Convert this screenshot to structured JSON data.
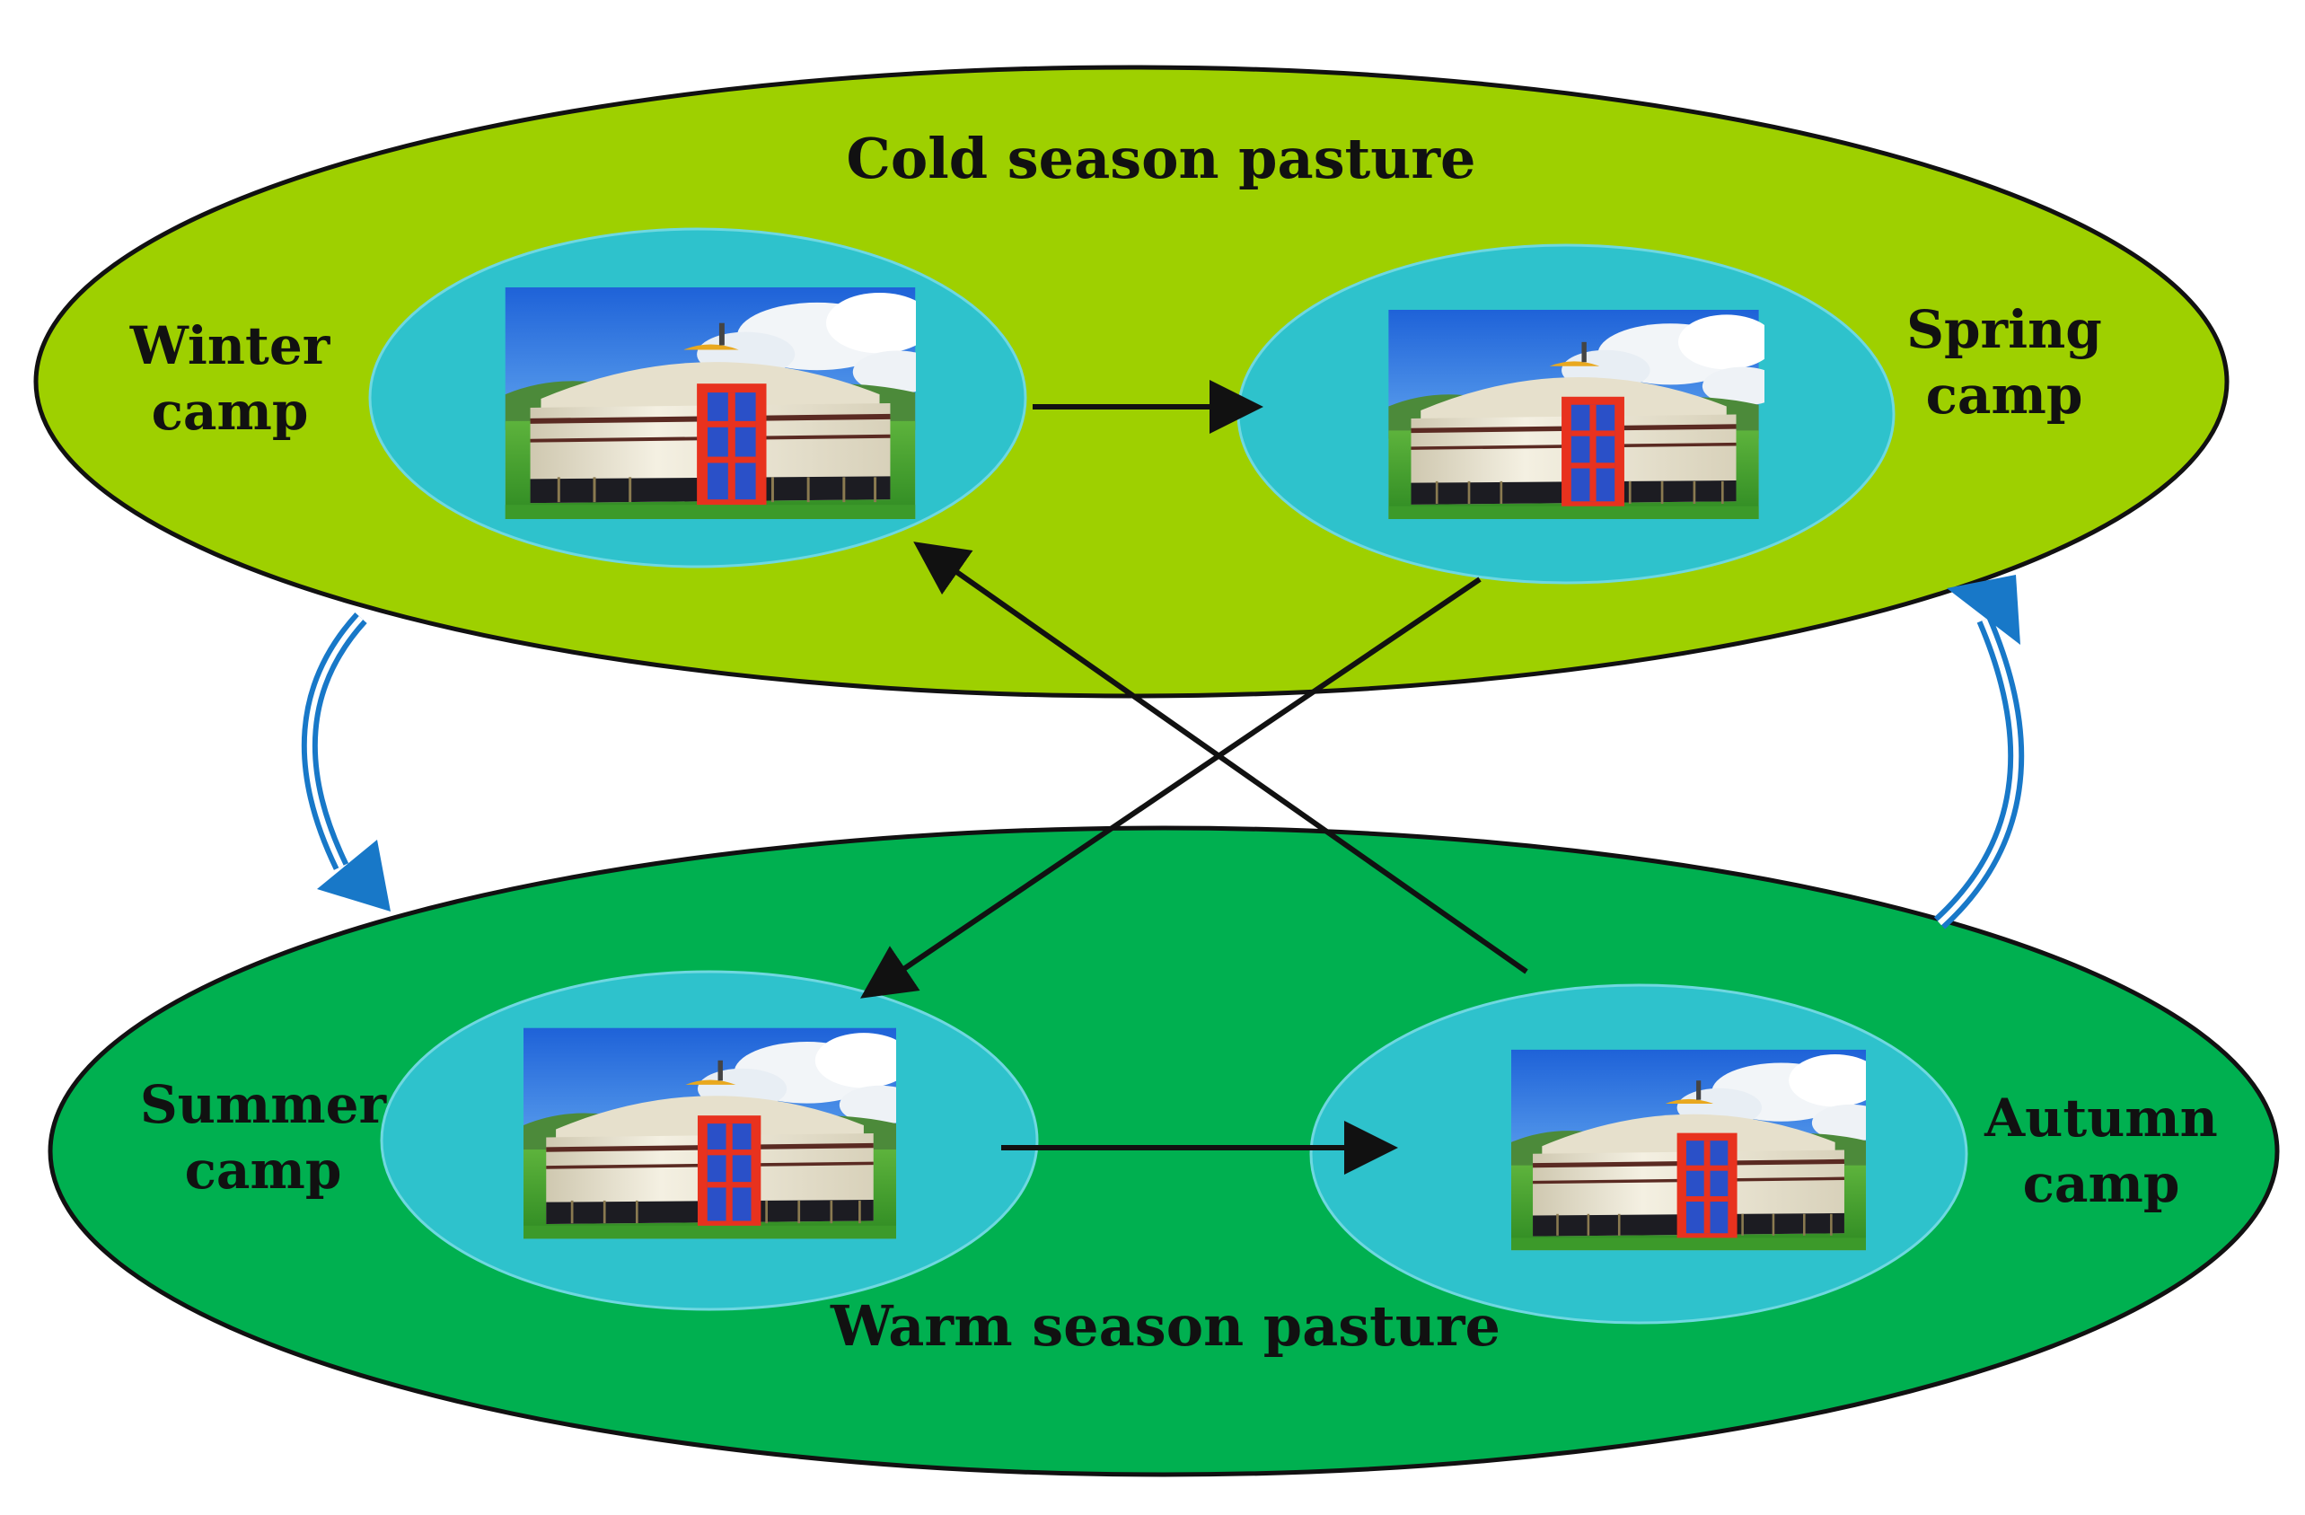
{
  "pastures": {
    "cold": {
      "label": "Cold season pasture",
      "color": "#9ED000"
    },
    "warm": {
      "label": "Warm season pasture",
      "color": "#00B050"
    }
  },
  "camps": {
    "winter": {
      "line1": "Winter",
      "line2": "camp",
      "icon": "yurt-icon"
    },
    "spring": {
      "line1": "Spring",
      "line2": "camp",
      "icon": "yurt-icon"
    },
    "summer": {
      "line1": "Summer",
      "line2": "camp",
      "icon": "yurt-icon"
    },
    "autumn": {
      "line1": "Autumn",
      "line2": "camp",
      "icon": "yurt-icon"
    }
  },
  "colors": {
    "camp_bubble": "#2EC2CC",
    "arrow": "#111111",
    "pasture_arrow": "#1878C8",
    "door": "#E8321E",
    "door_panel": "#2A50C8",
    "felt": "#EDE8D6",
    "band": "#5A2A22",
    "sky": "#2E78E0",
    "grass": "#3C9A2A"
  }
}
